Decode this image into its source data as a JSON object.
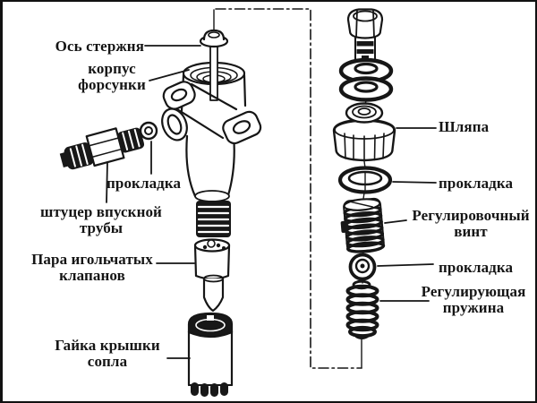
{
  "diagram": {
    "subject": "fuel-injector-exploded-view",
    "labels": {
      "pin_axis": "Ось стержня",
      "injector_body": "корпус\nфорсунки",
      "gasket_inlet": "прокладка",
      "inlet_pipe_fitting": "штуцер впускной\nтрубы",
      "needle_valve_pair": "Пара игольчатых\nклапанов",
      "nozzle_cap_nut": "Гайка крышки\nсопла",
      "cap": "Шляпа",
      "gasket_upper_right": "прокладка",
      "adjusting_screw": "Регулировочный\nвинт",
      "gasket_lower_right": "прокладка",
      "adjusting_spring": "Регулирующая\nпружина"
    },
    "colors": {
      "ink": "#161616",
      "paper": "#ffffff"
    }
  }
}
